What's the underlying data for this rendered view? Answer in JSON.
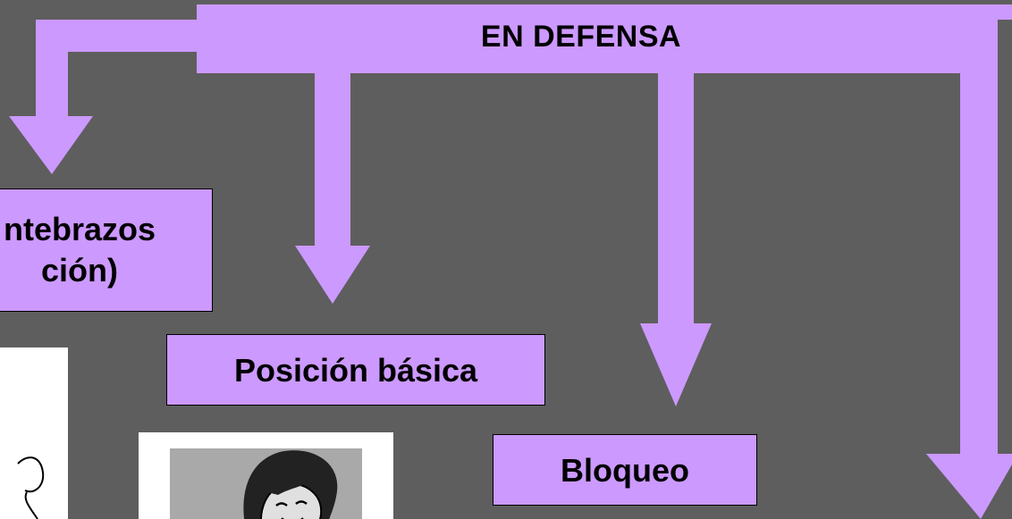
{
  "diagram": {
    "title": "EN DEFENSA",
    "boxes": {
      "antebrazos_line1": "ntebrazos",
      "antebrazos_line2": "ción)",
      "posicion": "Posición básica",
      "bloqueo": "Bloqueo"
    },
    "icons": {
      "left_image": "player-figure-illustration",
      "mid_image": "cartoon-girl-illustration"
    },
    "colors": {
      "background": "#5e5e5e",
      "arrow_fill": "#cc99ff",
      "box_fill": "#cc99ff",
      "text": "#000000"
    }
  }
}
